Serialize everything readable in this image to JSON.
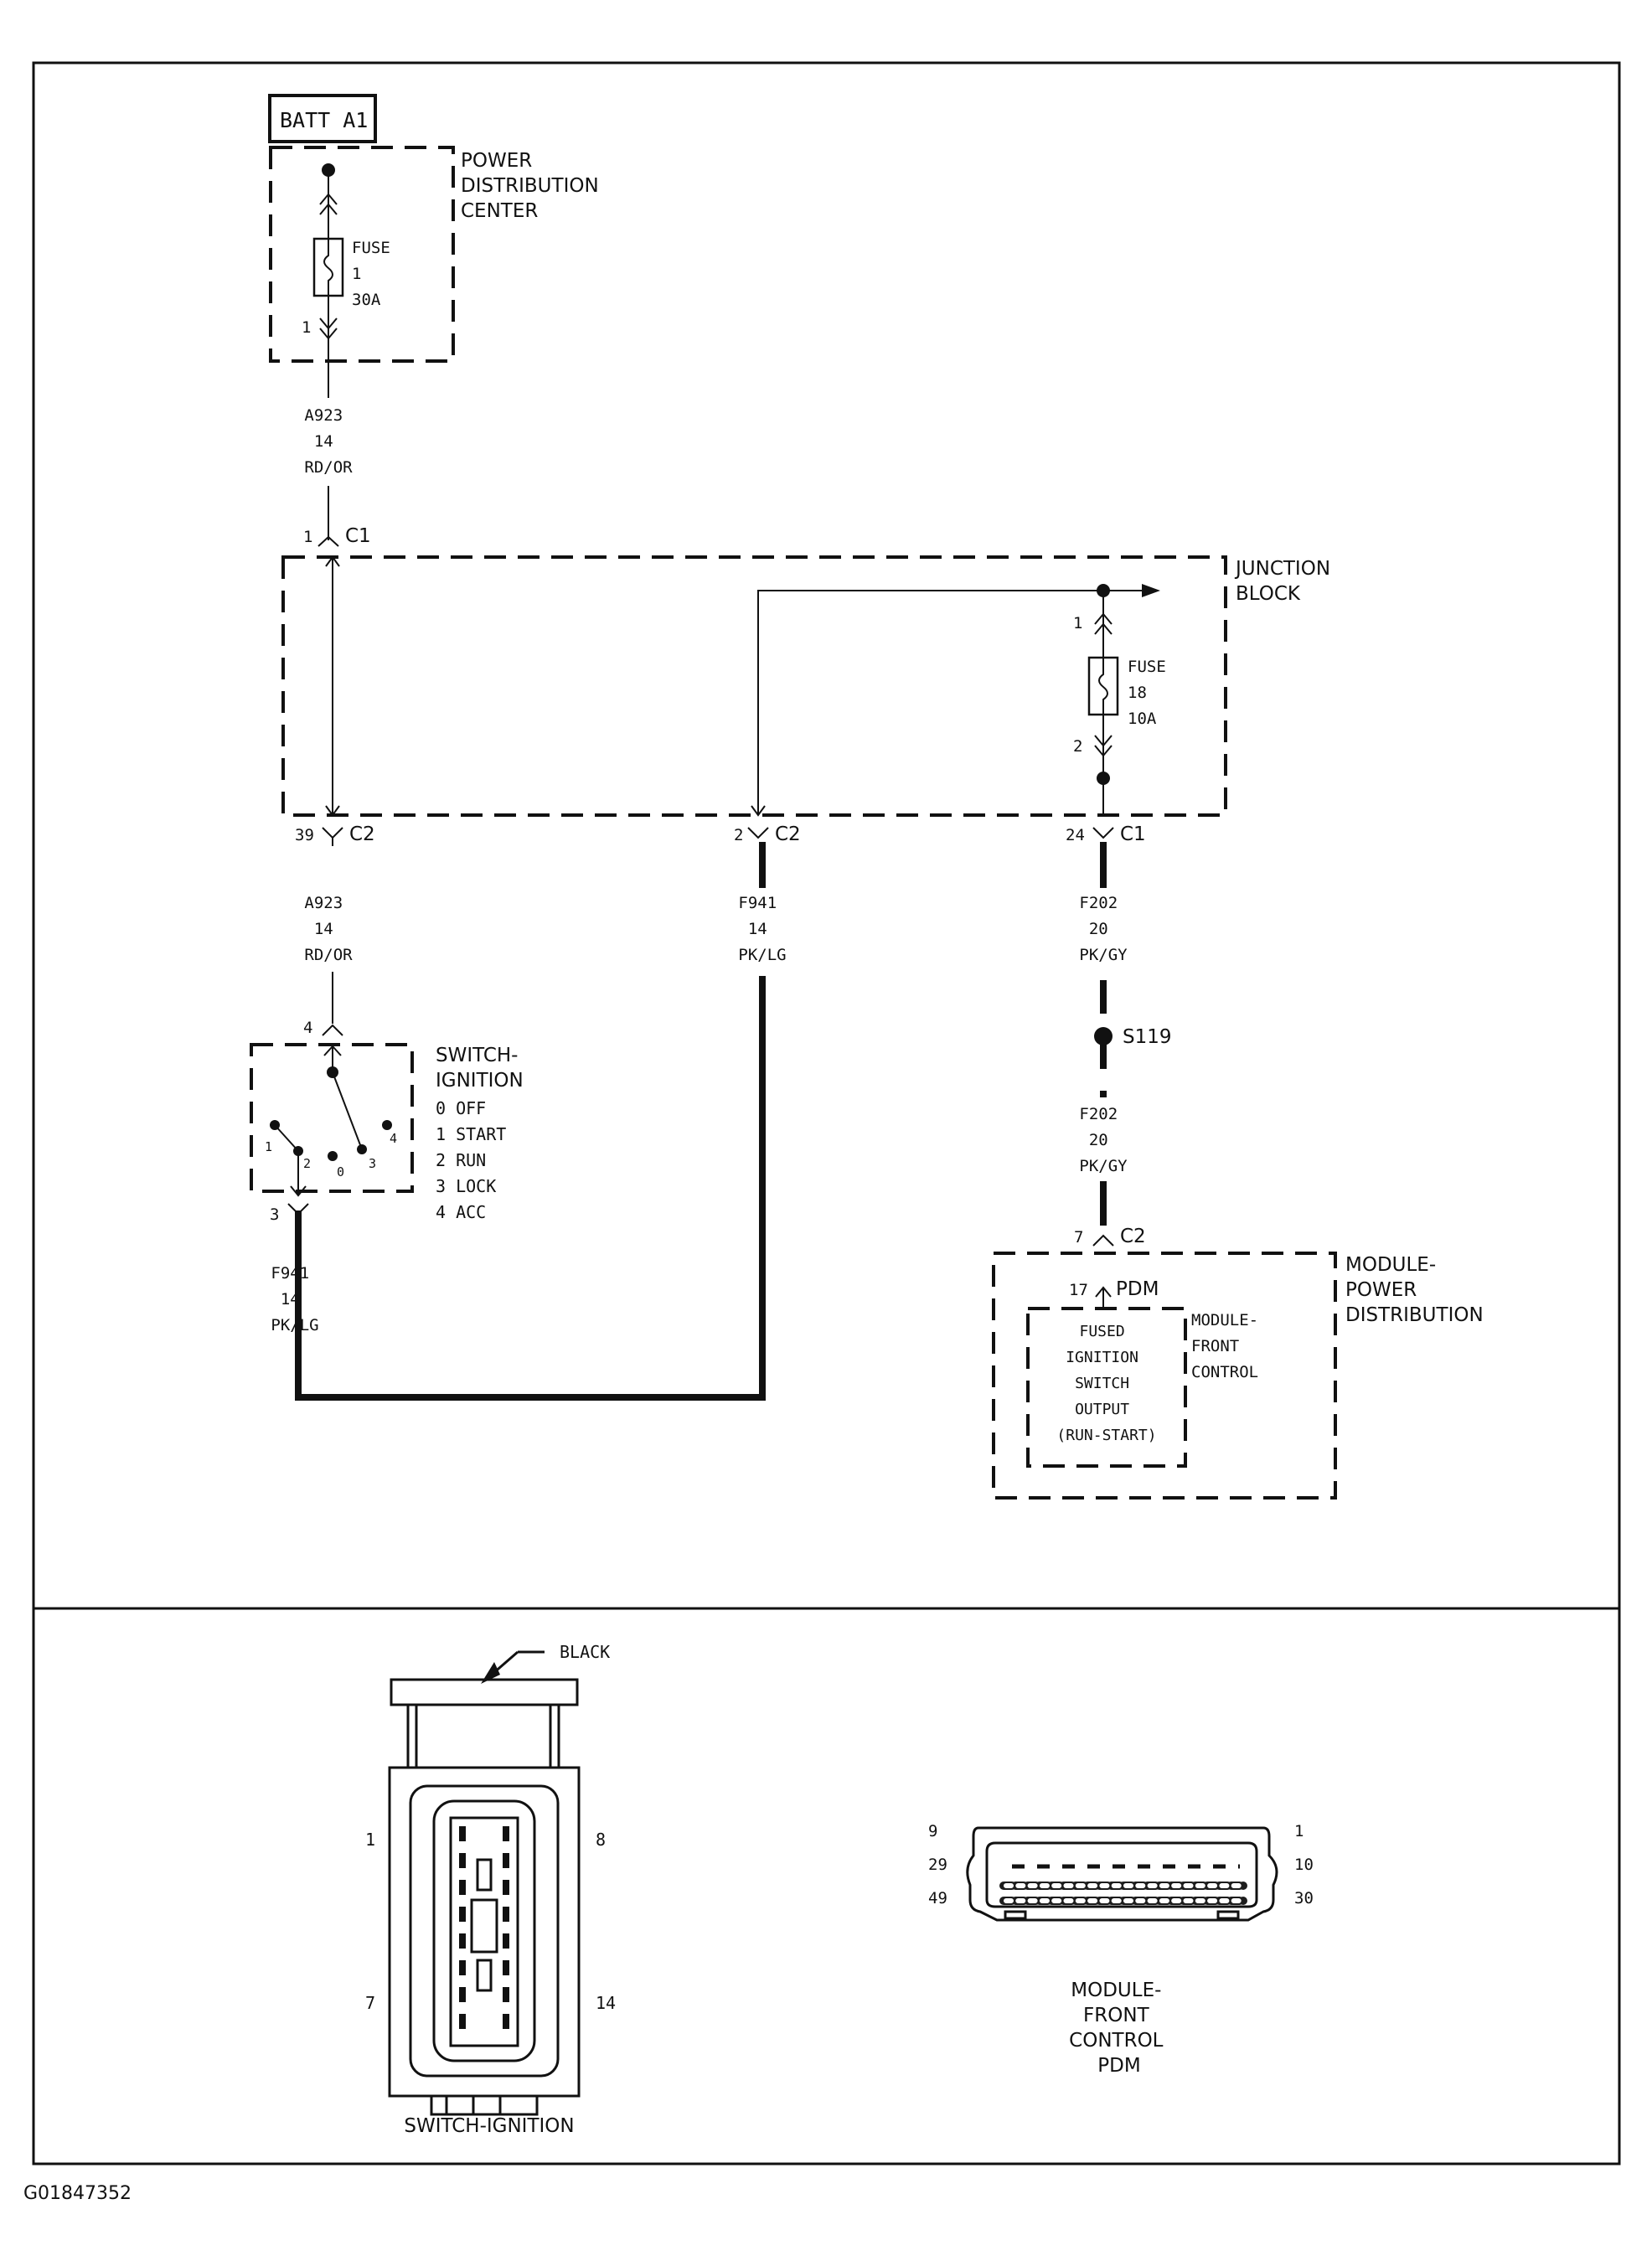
{
  "source_label": "BATT A1",
  "pdc": {
    "title_lines": [
      "POWER",
      "DISTRIBUTION",
      "CENTER"
    ],
    "fuse_lines": [
      "FUSE",
      "1",
      "30A"
    ],
    "out_pin": "1"
  },
  "wire_a923_top": [
    "A923",
    "14",
    "RD/OR"
  ],
  "junction_block": {
    "title_lines": [
      "JUNCTION",
      "BLOCK"
    ],
    "in_pin": "1",
    "in_conn": "C1",
    "fuse_lines": [
      "FUSE",
      "18",
      "10A"
    ],
    "fuse_pin_top": "1",
    "fuse_pin_bottom": "2",
    "out1_pin": "39",
    "out1_conn": "C2",
    "out2_pin": "2",
    "out2_conn": "C2",
    "out3_pin": "24",
    "out3_conn": "C1"
  },
  "wire_a923_bottom": [
    "A923",
    "14",
    "RD/OR"
  ],
  "wire_f941_mid": [
    "F941",
    "14",
    "PK/LG"
  ],
  "wire_f202_top": [
    "F202",
    "20",
    "PK/GY"
  ],
  "splice": "S119",
  "wire_f202_bottom": [
    "F202",
    "20",
    "PK/GY"
  ],
  "ignition_switch": {
    "in_pin": "4",
    "title_lines": [
      "SWITCH-",
      "IGNITION"
    ],
    "positions": [
      "0 OFF",
      "1 START",
      "2 RUN",
      "3 LOCK",
      "4 ACC"
    ],
    "contact_labels": [
      "1",
      "2",
      "0",
      "3",
      "4"
    ],
    "out_pin": "3"
  },
  "wire_f941_left": [
    "F941",
    "14",
    "PK/LG"
  ],
  "pdm": {
    "in_pin": "7",
    "in_conn": "C2",
    "inner_pin": "17",
    "inner_conn": "PDM",
    "title_lines": [
      "MODULE-",
      "POWER",
      "DISTRIBUTION"
    ],
    "inner_title_lines": [
      "MODULE-",
      "FRONT",
      "CONTROL"
    ],
    "function_lines": [
      "FUSED",
      "IGNITION",
      "SWITCH",
      "OUTPUT",
      "(RUN-START)"
    ]
  },
  "connector_switch": {
    "color_label": "BLACK",
    "pins": [
      "1",
      "8",
      "7",
      "14"
    ],
    "caption": "SWITCH-IGNITION"
  },
  "connector_pdm": {
    "pins": [
      "9",
      "1",
      "29",
      "10",
      "49",
      "30"
    ],
    "caption_lines": [
      "MODULE-",
      "FRONT",
      "CONTROL",
      "PDM"
    ]
  },
  "figure_id": "G01847352"
}
